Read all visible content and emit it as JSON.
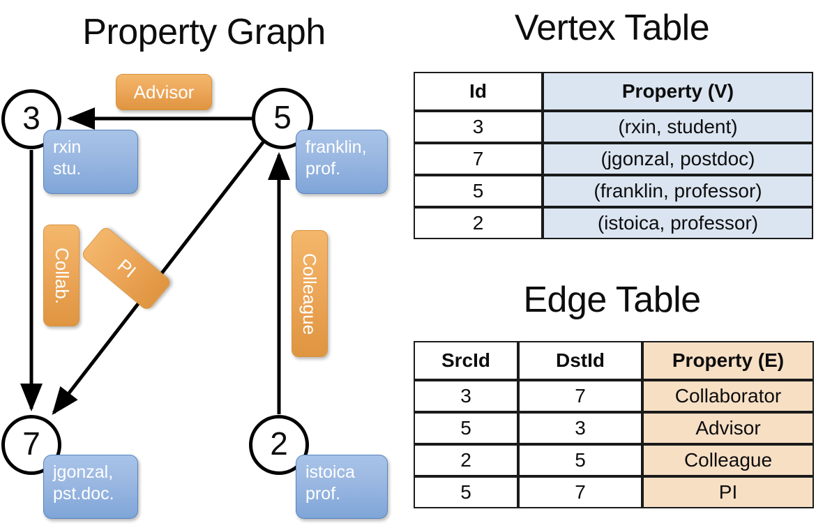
{
  "titles": {
    "property_graph": "Property Graph",
    "vertex_table": "Vertex Table",
    "edge_table": "Edge Table"
  },
  "colors": {
    "vertex_cell_blue": "#dbe5f1",
    "edge_cell_peach": "#f7dfc4",
    "callout_blue": "#9ebae3",
    "callout_orange": "#eda75a",
    "stroke_black": "#000000"
  },
  "graph": {
    "nodes": [
      {
        "id": "3",
        "property_lines": [
          "rxin",
          "stu."
        ]
      },
      {
        "id": "5",
        "property_lines": [
          "franklin,",
          "prof."
        ]
      },
      {
        "id": "7",
        "property_lines": [
          "jgonzal,",
          "pst.doc."
        ]
      },
      {
        "id": "2",
        "property_lines": [
          "istoica",
          "prof."
        ]
      }
    ],
    "edge_labels": [
      {
        "name": "advisor",
        "text": "Advisor",
        "orientation": "horizontal"
      },
      {
        "name": "collab",
        "text": "Collab.",
        "orientation": "vertical"
      },
      {
        "name": "pi",
        "text": "PI",
        "orientation": "diagonal"
      },
      {
        "name": "colleague",
        "text": "Colleague",
        "orientation": "vertical"
      }
    ],
    "edges": [
      {
        "src": "5",
        "dst": "3",
        "label": "Advisor"
      },
      {
        "src": "3",
        "dst": "7",
        "label": "Collab."
      },
      {
        "src": "5",
        "dst": "7",
        "label": "PI"
      },
      {
        "src": "2",
        "dst": "5",
        "label": "Colleague"
      }
    ]
  },
  "vertex_table": {
    "headers": [
      "Id",
      "Property (V)"
    ],
    "rows": [
      {
        "id": "3",
        "property": "(rxin, student)"
      },
      {
        "id": "7",
        "property": "(jgonzal, postdoc)"
      },
      {
        "id": "5",
        "property": "(franklin, professor)"
      },
      {
        "id": "2",
        "property": "(istoica, professor)"
      }
    ]
  },
  "edge_table": {
    "headers": [
      "SrcId",
      "DstId",
      "Property (E)"
    ],
    "rows": [
      {
        "src": "3",
        "dst": "7",
        "property": "Collaborator"
      },
      {
        "src": "5",
        "dst": "3",
        "property": "Advisor"
      },
      {
        "src": "2",
        "dst": "5",
        "property": "Colleague"
      },
      {
        "src": "5",
        "dst": "7",
        "property": "PI"
      }
    ]
  }
}
